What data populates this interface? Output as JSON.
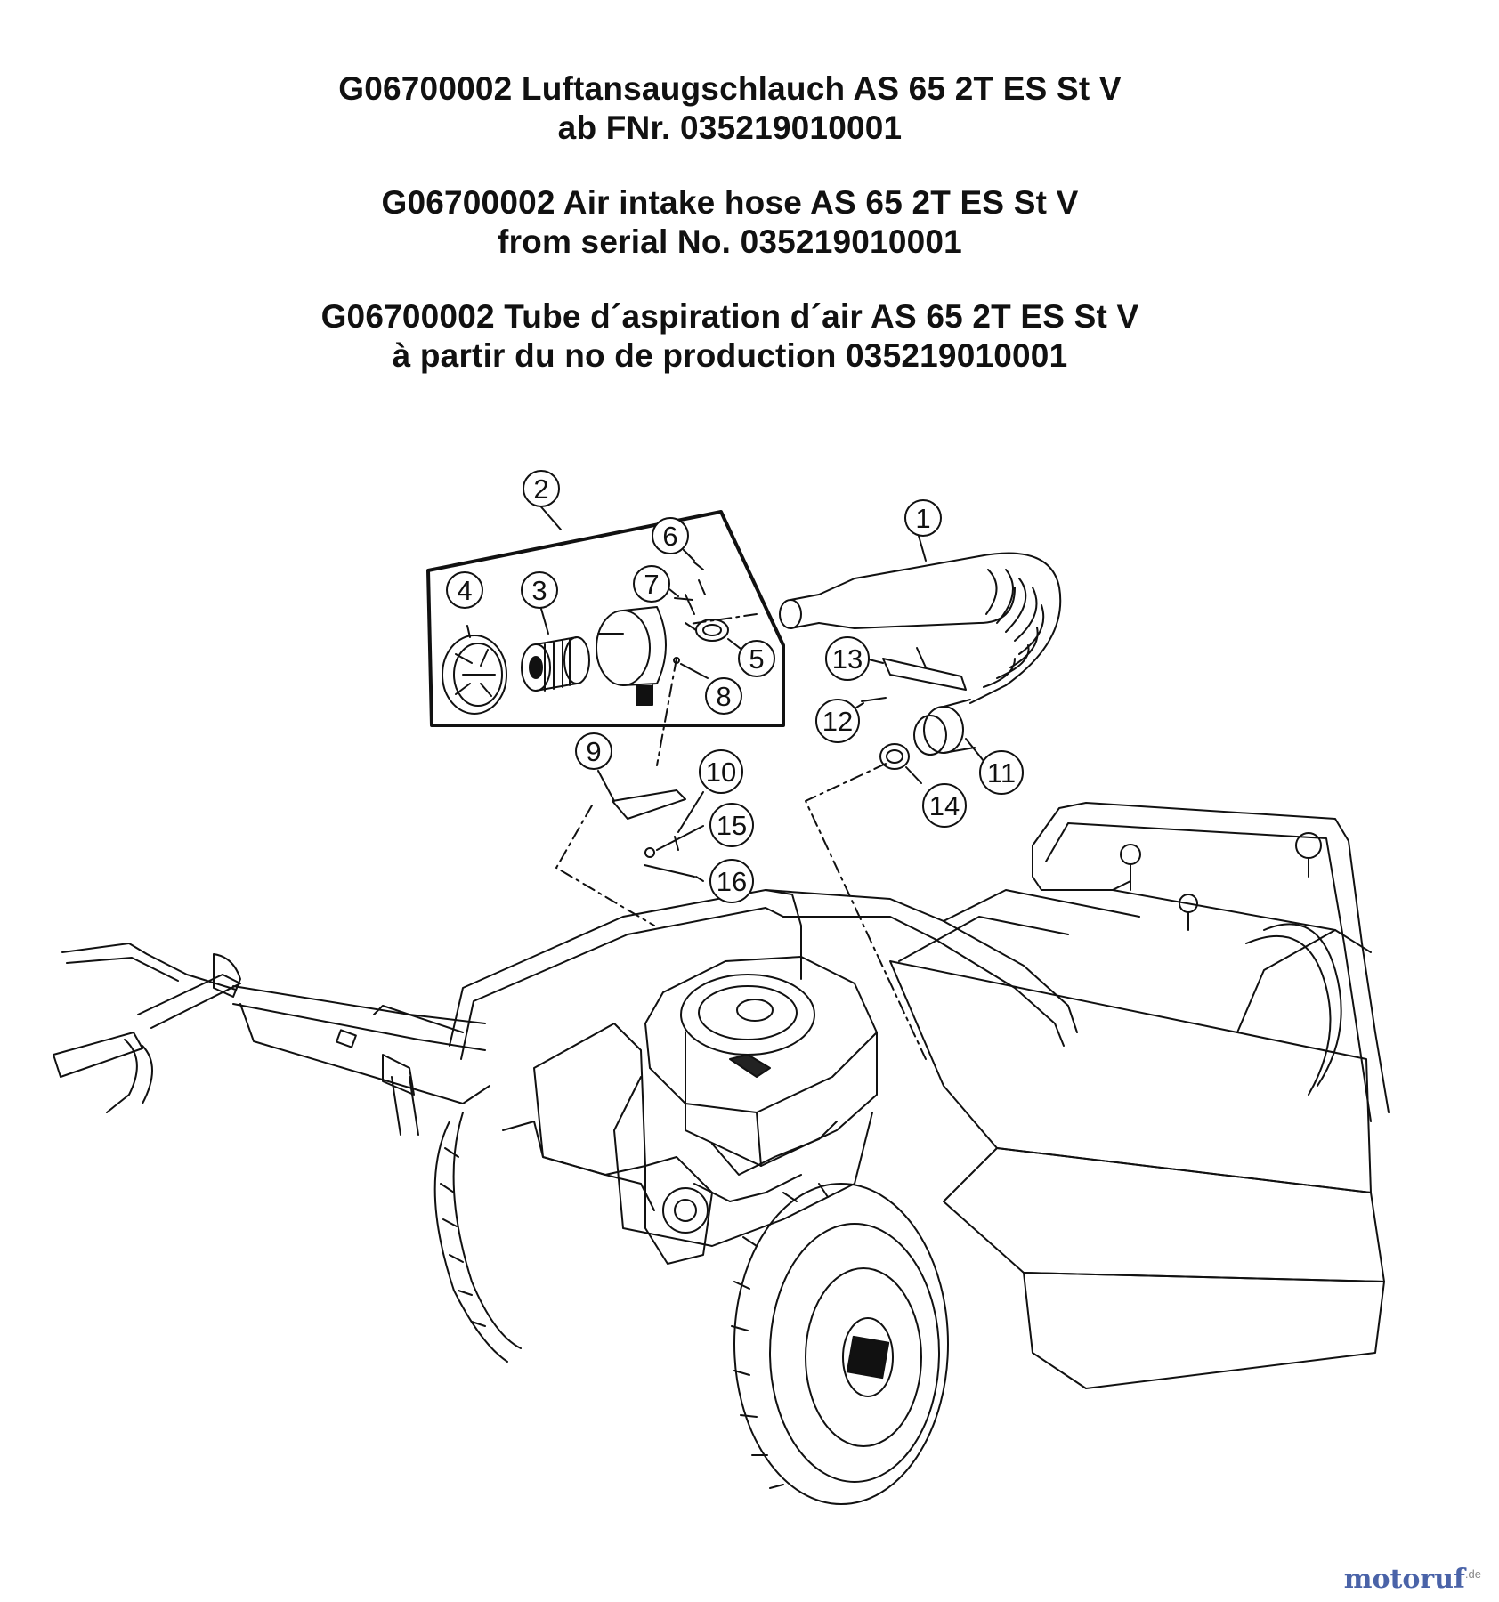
{
  "title": {
    "de": [
      "G06700002 Luftansaugschlauch AS 65 2T ES St V",
      "ab FNr. 035219010001"
    ],
    "en": [
      "G06700002 Air intake hose AS 65 2T ES St V",
      "from serial No. 035219010001"
    ],
    "fr": [
      "G06700002 Tube d´aspiration d´air AS 65 2T ES St V",
      "à partir du no de production 035219010001"
    ]
  },
  "callouts": [
    "1",
    "2",
    "3",
    "4",
    "5",
    "6",
    "7",
    "8",
    "9",
    "10",
    "11",
    "12",
    "13",
    "14",
    "15",
    "16"
  ],
  "watermark": {
    "brand": "motoruf",
    "suffix": ".de"
  }
}
